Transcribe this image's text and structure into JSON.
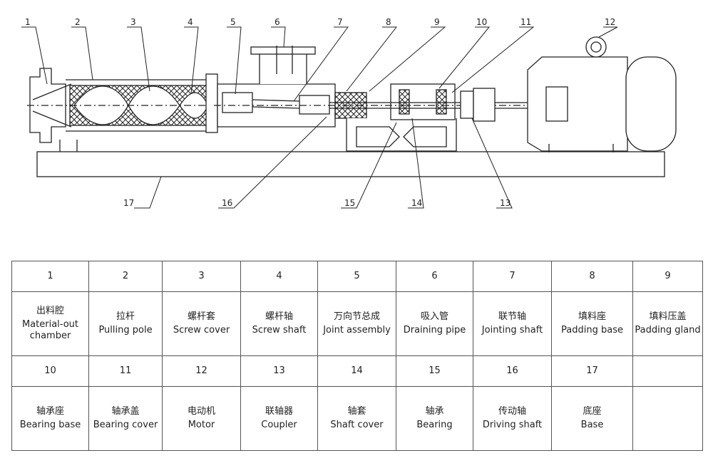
{
  "callouts": [
    "1",
    "2",
    "3",
    "4",
    "5",
    "6",
    "7",
    "8",
    "9",
    "10",
    "11",
    "12",
    "13",
    "14",
    "15",
    "16",
    "17"
  ],
  "parts": [
    {
      "num": "1",
      "zh": "出料腔",
      "en": "Material-out chamber"
    },
    {
      "num": "2",
      "zh": "拉杆",
      "en": "Pulling pole"
    },
    {
      "num": "3",
      "zh": "螺杆套",
      "en": "Screw cover"
    },
    {
      "num": "4",
      "zh": "螺杆轴",
      "en": "Screw shaft"
    },
    {
      "num": "5",
      "zh": "万向节总成",
      "en": "Joint assembly"
    },
    {
      "num": "6",
      "zh": "吸入管",
      "en": "Draining pipe"
    },
    {
      "num": "7",
      "zh": "联节轴",
      "en": "Jointing shaft"
    },
    {
      "num": "8",
      "zh": "填料座",
      "en": "Padding base"
    },
    {
      "num": "9",
      "zh": "填料压盖",
      "en": "Padding gland"
    },
    {
      "num": "10",
      "zh": "轴承座",
      "en": "Bearing base"
    },
    {
      "num": "11",
      "zh": "轴承盖",
      "en": "Bearing cover"
    },
    {
      "num": "12",
      "zh": "电动机",
      "en": "Motor"
    },
    {
      "num": "13",
      "zh": "联轴器",
      "en": "Coupler"
    },
    {
      "num": "14",
      "zh": "轴套",
      "en": "Shaft cover"
    },
    {
      "num": "15",
      "zh": "轴承",
      "en": "Bearing"
    },
    {
      "num": "16",
      "zh": "传动轴",
      "en": "Driving shaft"
    },
    {
      "num": "17",
      "zh": "底座",
      "en": "Base"
    },
    {
      "num": "",
      "zh": "",
      "en": ""
    }
  ]
}
